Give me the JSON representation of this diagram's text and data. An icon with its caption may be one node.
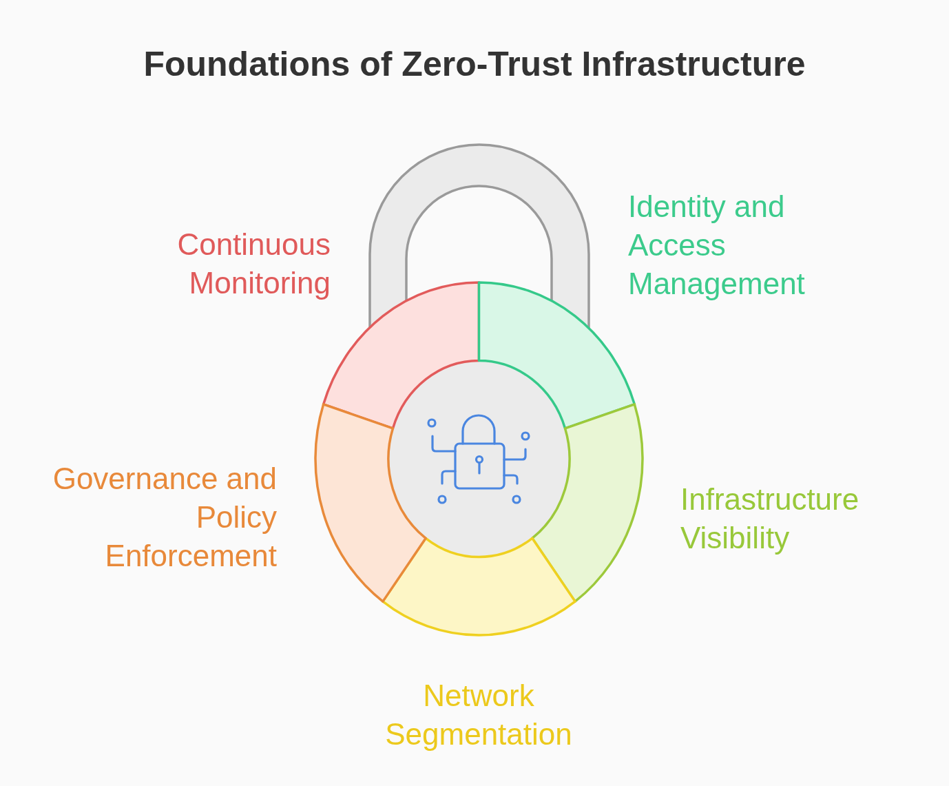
{
  "diagram": {
    "title": "Foundations of Zero-Trust Infrastructure",
    "nodes": [
      {
        "text": [
          "Continuous Monitoring"
        ]
      },
      {
        "text": [
          "Identity and Access Management"
        ]
      },
      {
        "text": [
          "Infrastructure Visibility"
        ]
      },
      {
        "text": [
          "Network Segmentation"
        ]
      },
      {
        "text": [
          "Governance and Policy Enforcement"
        ]
      }
    ]
  }
}
